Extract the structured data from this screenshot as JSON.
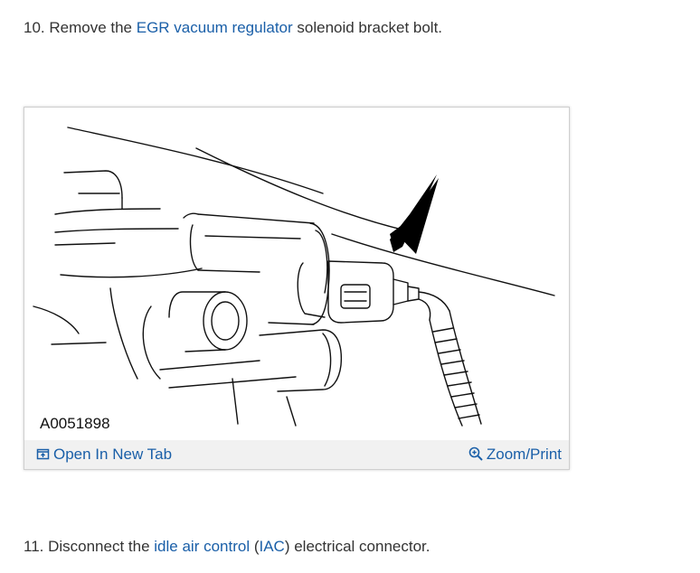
{
  "step10": {
    "prefix": "10. Remove the ",
    "link": "EGR vacuum regulator",
    "suffix": " solenoid bracket bolt."
  },
  "figure": {
    "id_label": "A0051898",
    "open_tab_label": "Open In New Tab",
    "zoom_label": "Zoom/Print"
  },
  "step11": {
    "prefix": "11. Disconnect the ",
    "link1": "idle air control",
    "mid1": " (",
    "link2": "IAC",
    "suffix": ") electrical connector."
  },
  "icons": {
    "open_tab": "open-in-new-tab-icon",
    "zoom": "zoom-magnifier-icon"
  },
  "colors": {
    "link": "#1a5fa8",
    "text": "#333333",
    "toolbar_bg": "#f1f1f1"
  }
}
